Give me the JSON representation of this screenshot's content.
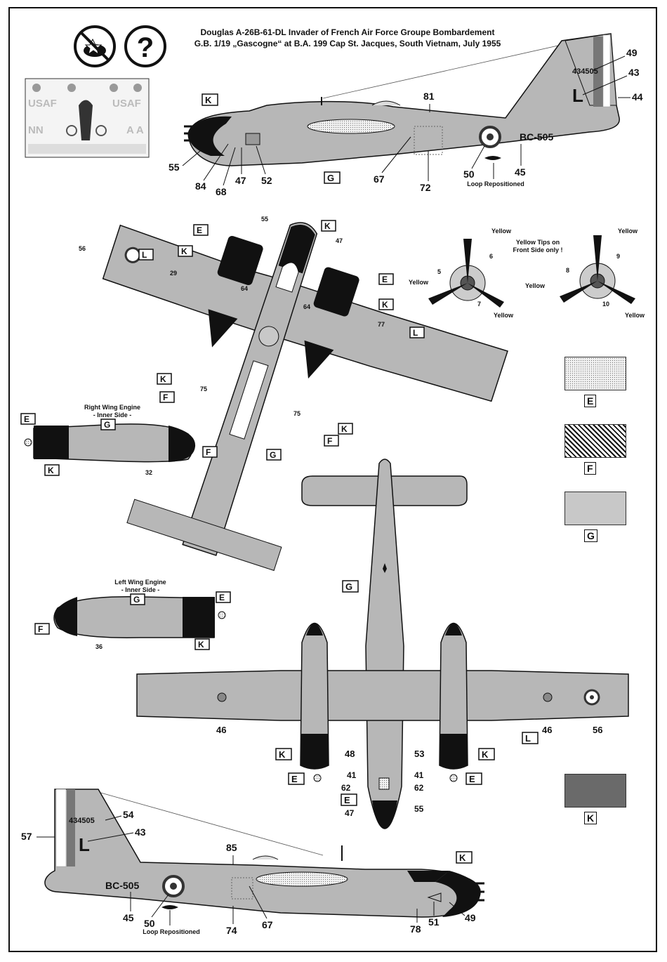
{
  "header": {
    "line1": "Douglas A-26B-61-DL Invader of French Air Force Groupe Bombardement",
    "line2": "G.B. 1/19 „Gascogne“ at B.A. 199 Cap St. Jacques, South Vietnam, July 1955"
  },
  "decal_sheet": {
    "usaf": "USAF",
    "nn": "NN",
    "aa": "A A"
  },
  "aircraft": {
    "serial": "434505",
    "code": "BC-505",
    "tail_letter": "L"
  },
  "paint_codes": {
    "E": "E",
    "F": "F",
    "G": "G",
    "K": "K",
    "L": "L"
  },
  "colors": {
    "G_light_grey": "#c8c8c8",
    "K_black": "#111111",
    "K_swatch_dark_grey": "#6a6a6a",
    "L_grey": "#a8a8a8",
    "fuselage_grey": "#b7b7b7",
    "roundel_red": "#333333"
  },
  "side_top": {
    "callouts": [
      "81",
      "49",
      "43",
      "44",
      "55",
      "84",
      "68",
      "47",
      "52",
      "67",
      "72",
      "50",
      "45"
    ],
    "loop_note": "Loop Repositioned"
  },
  "propellers": {
    "left": {
      "labels": [
        "Yellow",
        "Yellow",
        "Yellow"
      ],
      "parts": [
        "5",
        "6",
        "7"
      ]
    },
    "right": {
      "labels": [
        "Yellow",
        "Yellow",
        "Yellow"
      ],
      "parts": [
        "8",
        "9",
        "10"
      ]
    },
    "note": "Yellow Tips on Front Side only !"
  },
  "top_view": {
    "callouts": [
      "55",
      "47",
      "56",
      "29",
      "64",
      "64",
      "77",
      "75",
      "75"
    ]
  },
  "right_engine": {
    "title": "Right Wing Engine",
    "subtitle": "- Inner Side -",
    "part": "32"
  },
  "left_engine": {
    "title": "Left Wing Engine",
    "subtitle": "- Inner Side -",
    "part": "36"
  },
  "bottom_view": {
    "callouts": [
      "46",
      "46",
      "56",
      "48",
      "53",
      "41",
      "41",
      "62",
      "62",
      "47",
      "55"
    ]
  },
  "side_bottom": {
    "callouts": [
      "54",
      "43",
      "57",
      "85",
      "45",
      "50",
      "74",
      "67",
      "78",
      "51",
      "49"
    ],
    "loop_note": "Loop Repositioned"
  }
}
